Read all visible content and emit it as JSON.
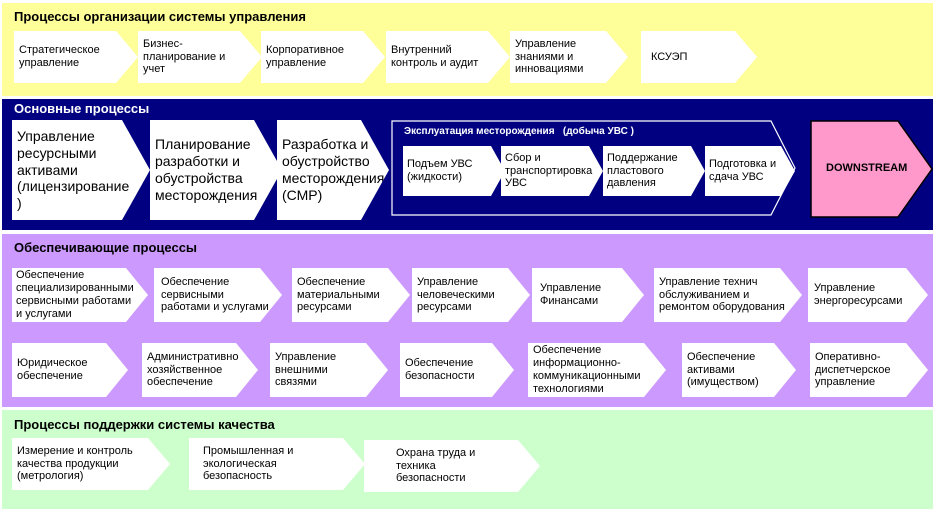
{
  "sections": {
    "org": {
      "title": "Процессы организации системы управления",
      "items": [
        "Стратегическое\nуправление",
        "Бизнес-\nпланирование и\nучет",
        "Корпоративное\nуправление",
        "Внутренний\nконтроль и аудит",
        "Управление\nзнаниями и\nинновациями",
        "КСУЭП"
      ]
    },
    "main": {
      "title": "Основные процессы",
      "items": [
        "Управление\nресурсными\nактивами\n(лицензирование )",
        "Планирование\nразработки и\nобустройства\nместорождения",
        "Разработка и\nобустройство\nместорождения\n(СМР)"
      ],
      "exploitation": {
        "title": "Эксплуатация месторождения   (добыча УВС )",
        "items": [
          "Подъем УВС\n(жидкости)",
          "Сбор и\nтранспортировка\nУВС",
          "Поддержание\nпластового\nдавления",
          "Подготовка и\nсдача УВС"
        ]
      },
      "downstream": "DOWNSTREAM"
    },
    "support": {
      "title": "Обеспечивающие процессы",
      "row1": [
        "Обеспечение\nспециализированными\nсервисными работами\nи услугами",
        "Обеспечение\nсервисными\nработами и услугами",
        "Обеспечение\nматериальными\nресурсами",
        "Управление\nчеловеческими\nресурсами",
        "Управление\nФинансами",
        "Управление технич\nобслуживанием и\nремонтом оборудования",
        "Управление\nэнергоресурсами"
      ],
      "row2": [
        "Юридическое\nобеспечение",
        "Административно\nхозяйственное\nобеспечение",
        "Управление\nвнешними связями",
        "Обеспечение\nбезопасности",
        "Обеспечение\nинформационно-\nкоммуникационными\nтехнологиями",
        "Обеспечение\nактивами\n(имуществом)",
        "Оперативно-\nдиспетчерское\nуправление"
      ]
    },
    "quality": {
      "title": "Процессы поддержки системы качества",
      "items": [
        "Измерение и контроль\nкачества продукции\n(метрология)",
        "Промышленная и\nэкологическая\nбезопасность",
        "Охрана труда и техника\nбезопасности"
      ]
    }
  },
  "colors": {
    "org_band": "#ffff99",
    "main_band": "#000080",
    "support_band": "#cc99ff",
    "quality_band": "#ccffcc",
    "downstream": "#ff99cc"
  }
}
